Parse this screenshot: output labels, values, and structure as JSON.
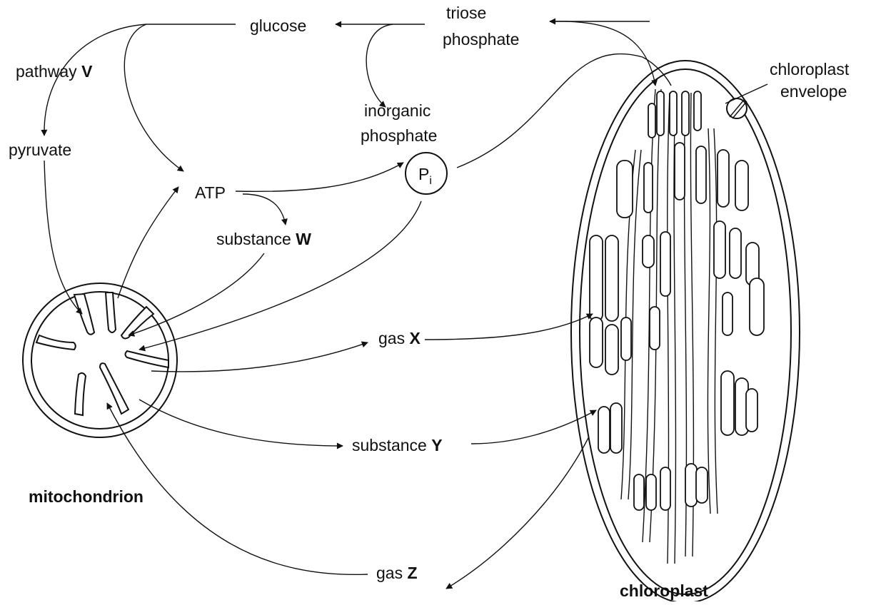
{
  "labels": {
    "glucose": "glucose",
    "triose_1": "triose",
    "triose_2": "phosphate",
    "chloroplast_envelope_1": "chloroplast",
    "chloroplast_envelope_2": "envelope",
    "pathway_prefix": "pathway",
    "pathway_letter": "V",
    "pyruvate": "pyruvate",
    "inorganic_1": "inorganic",
    "inorganic_2": "phosphate",
    "pi_main": "P",
    "pi_sub": "i",
    "atp": "ATP",
    "substance_w_prefix": "substance",
    "substance_w_letter": "W",
    "gas_x_prefix": "gas",
    "gas_x_letter": "X",
    "substance_y_prefix": "substance",
    "substance_y_letter": "Y",
    "gas_z_prefix": "gas",
    "gas_z_letter": "Z",
    "mitochondrion": "mitochondrion",
    "chloroplast": "chloroplast"
  }
}
